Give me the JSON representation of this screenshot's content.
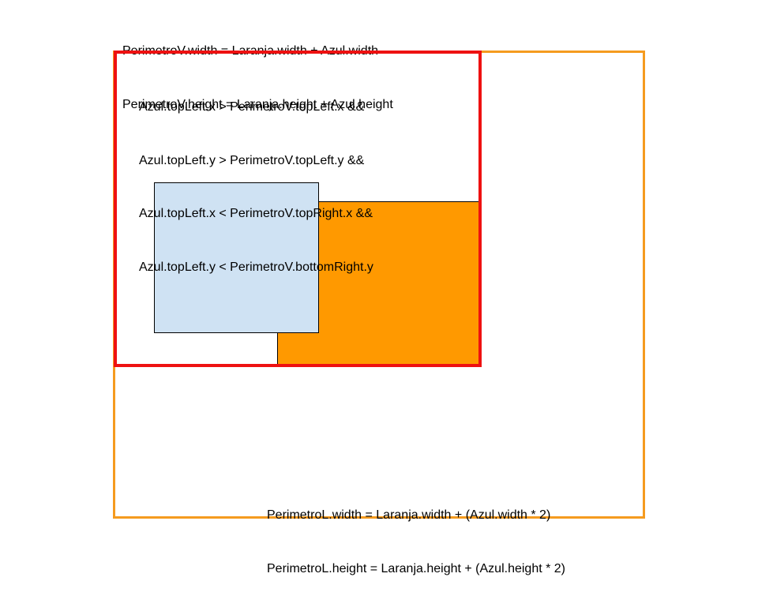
{
  "perimetroV_formulas": {
    "line1": "PerimetroV.width = Laranja.width + Azul.width",
    "line2": "PerimetroV.height = Laranja.height + Azul.height"
  },
  "condition_formulas": {
    "line1": "Azul.topLeft.x > PerimetroV.topLeft.x &&",
    "line2": "Azul.topLeft.y > PerimetroV.topLeft.y &&",
    "line3": "Azul.topLeft.x < PerimetroV.topRight.x &&",
    "line4": "Azul.topLeft.y < PerimetroV.bottomRight.y"
  },
  "perimetroL_formulas": {
    "line1": "PerimetroL.width = Laranja.width + (Azul.width * 2)",
    "line2": "PerimetroL.height = Laranja.height + (Azul.height * 2)"
  },
  "colors": {
    "perimetroV_outline": "#ee1111",
    "perimetroL_outline": "#f59b1f",
    "laranja_fill": "#ff9900",
    "azul_fill": "#cfe2f3"
  }
}
